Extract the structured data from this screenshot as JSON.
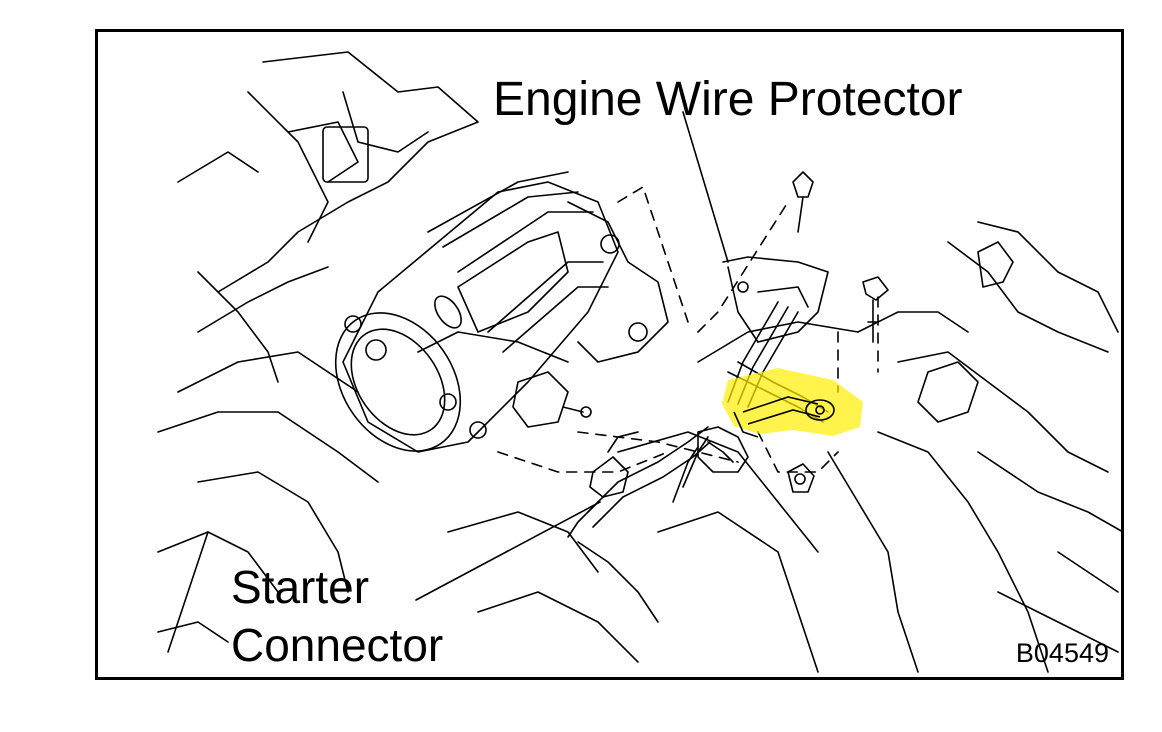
{
  "labels": {
    "engine_wire_protector": "Engine Wire Protector",
    "starter_line1": "Starter",
    "starter_line2": "Connector",
    "figure_code": "B04549"
  },
  "colors": {
    "line": "#000000",
    "highlight": "#ffee00",
    "background": "#ffffff"
  }
}
